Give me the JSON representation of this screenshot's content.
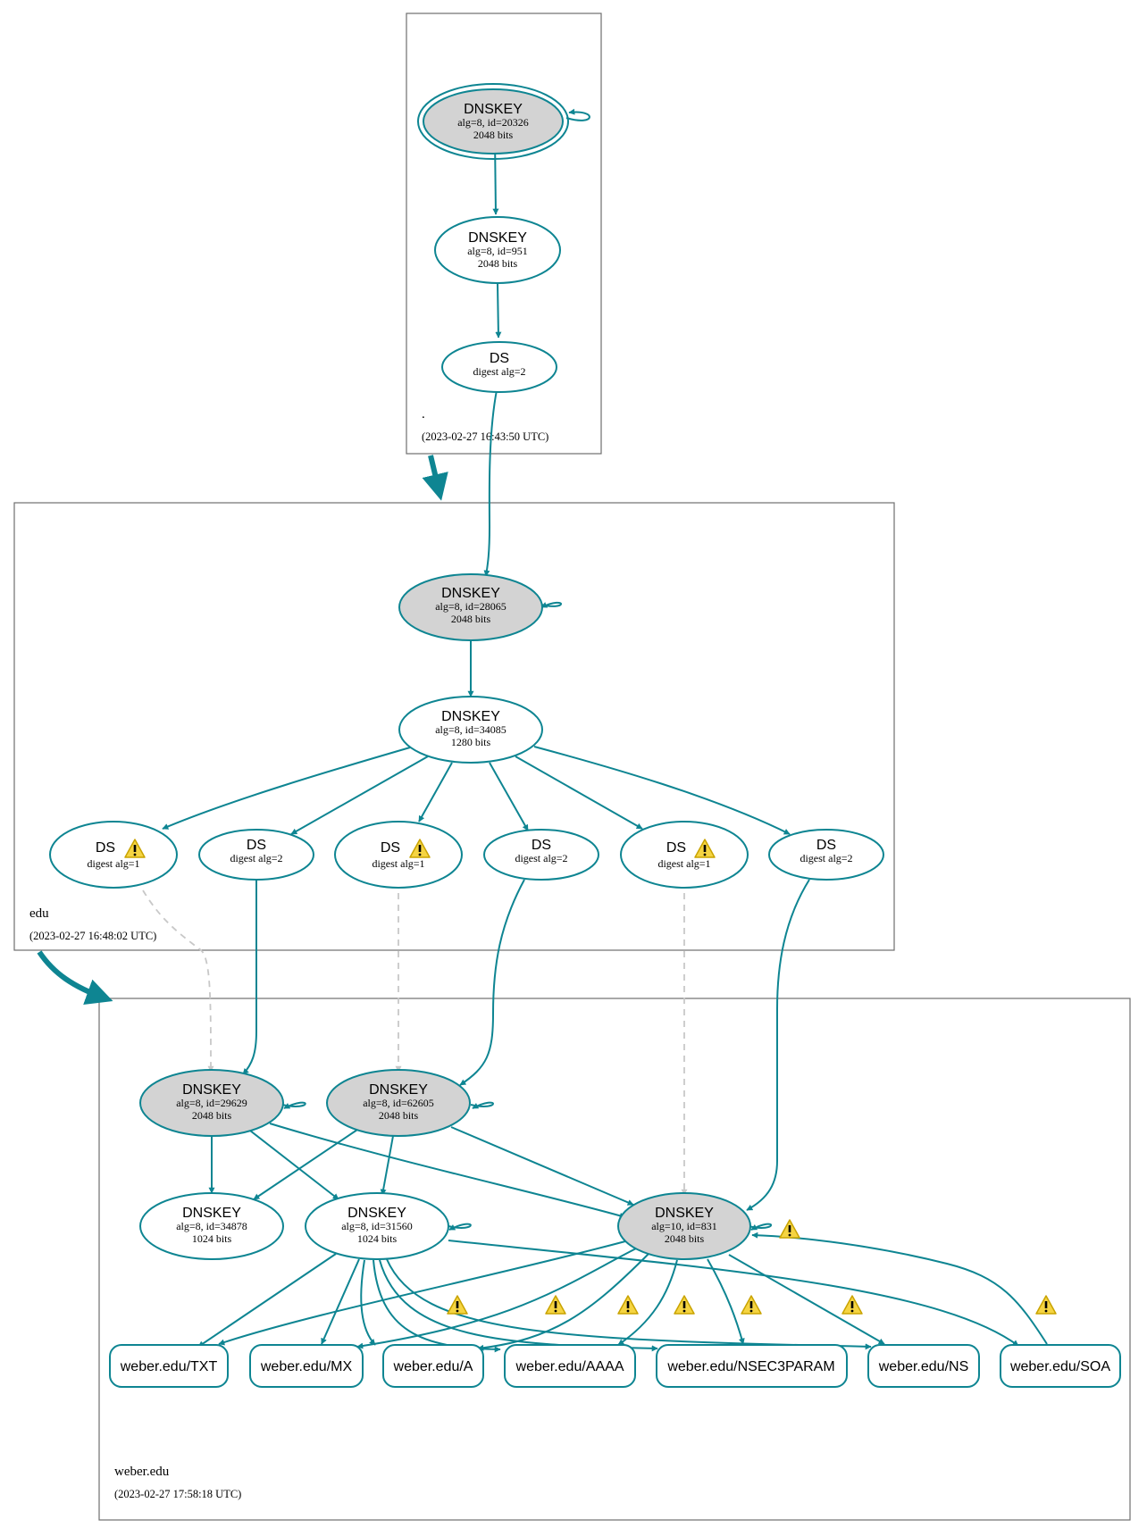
{
  "colors": {
    "edge": "#0e8592",
    "dashed_edge": "#c8c8c8",
    "sep_fill": "#d3d3d3",
    "node_stroke": "#0e8592",
    "zone_border": "#6f6f6f",
    "warning_fill": "#f5d442",
    "warning_stroke": "#c9a300"
  },
  "zones": {
    "root": {
      "name": ".",
      "timestamp": "(2023-02-27 16:43:50 UTC)"
    },
    "edu": {
      "name": "edu",
      "timestamp": "(2023-02-27 16:48:02 UTC)"
    },
    "weber": {
      "name": "weber.edu",
      "timestamp": "(2023-02-27 17:58:18 UTC)"
    }
  },
  "nodes": {
    "root_ksk": {
      "title": "DNSKEY",
      "line1": "alg=8, id=20326",
      "line2": "2048 bits"
    },
    "root_zsk": {
      "title": "DNSKEY",
      "line1": "alg=8, id=951",
      "line2": "2048 bits"
    },
    "root_ds": {
      "title": "DS",
      "line1": "digest alg=2"
    },
    "edu_ksk": {
      "title": "DNSKEY",
      "line1": "alg=8, id=28065",
      "line2": "2048 bits"
    },
    "edu_zsk": {
      "title": "DNSKEY",
      "line1": "alg=8, id=34085",
      "line2": "1280 bits"
    },
    "edu_ds1": {
      "title": "DS",
      "line1": "digest alg=1"
    },
    "edu_ds2": {
      "title": "DS",
      "line1": "digest alg=2"
    },
    "edu_ds3": {
      "title": "DS",
      "line1": "digest alg=1"
    },
    "edu_ds4": {
      "title": "DS",
      "line1": "digest alg=2"
    },
    "edu_ds5": {
      "title": "DS",
      "line1": "digest alg=1"
    },
    "edu_ds6": {
      "title": "DS",
      "line1": "digest alg=2"
    },
    "w_ksk1": {
      "title": "DNSKEY",
      "line1": "alg=8, id=29629",
      "line2": "2048 bits"
    },
    "w_ksk2": {
      "title": "DNSKEY",
      "line1": "alg=8, id=62605",
      "line2": "2048 bits"
    },
    "w_zsk1": {
      "title": "DNSKEY",
      "line1": "alg=8, id=34878",
      "line2": "1024 bits"
    },
    "w_zsk2": {
      "title": "DNSKEY",
      "line1": "alg=8, id=31560",
      "line2": "1024 bits"
    },
    "w_ksk3": {
      "title": "DNSKEY",
      "line1": "alg=10, id=831",
      "line2": "2048 bits"
    }
  },
  "rrsets": {
    "txt": "weber.edu/TXT",
    "mx": "weber.edu/MX",
    "a": "weber.edu/A",
    "aaaa": "weber.edu/AAAA",
    "nsec3param": "weber.edu/NSEC3PARAM",
    "ns": "weber.edu/NS",
    "soa": "weber.edu/SOA"
  },
  "icons": {
    "warning": "warning-icon"
  }
}
